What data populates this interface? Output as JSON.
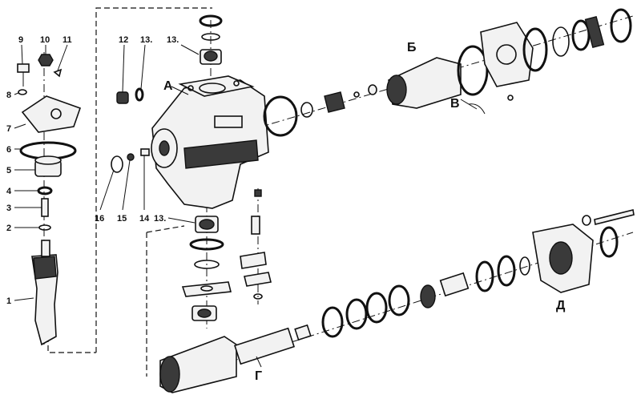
{
  "callouts": {
    "c1": "1",
    "c2": "2",
    "c3": "3",
    "c4": "4",
    "c5": "5",
    "c6": "6",
    "c7": "7",
    "c8": "8",
    "c9": "9",
    "c10": "10",
    "c11": "11",
    "c12": "12",
    "c13a": "13.",
    "c13b": "13.",
    "c14": "14",
    "c15": "15",
    "c16": "16"
  },
  "letters": {
    "A": "А",
    "B": "Б",
    "V": "В",
    "G": "Г",
    "D": "Д"
  }
}
